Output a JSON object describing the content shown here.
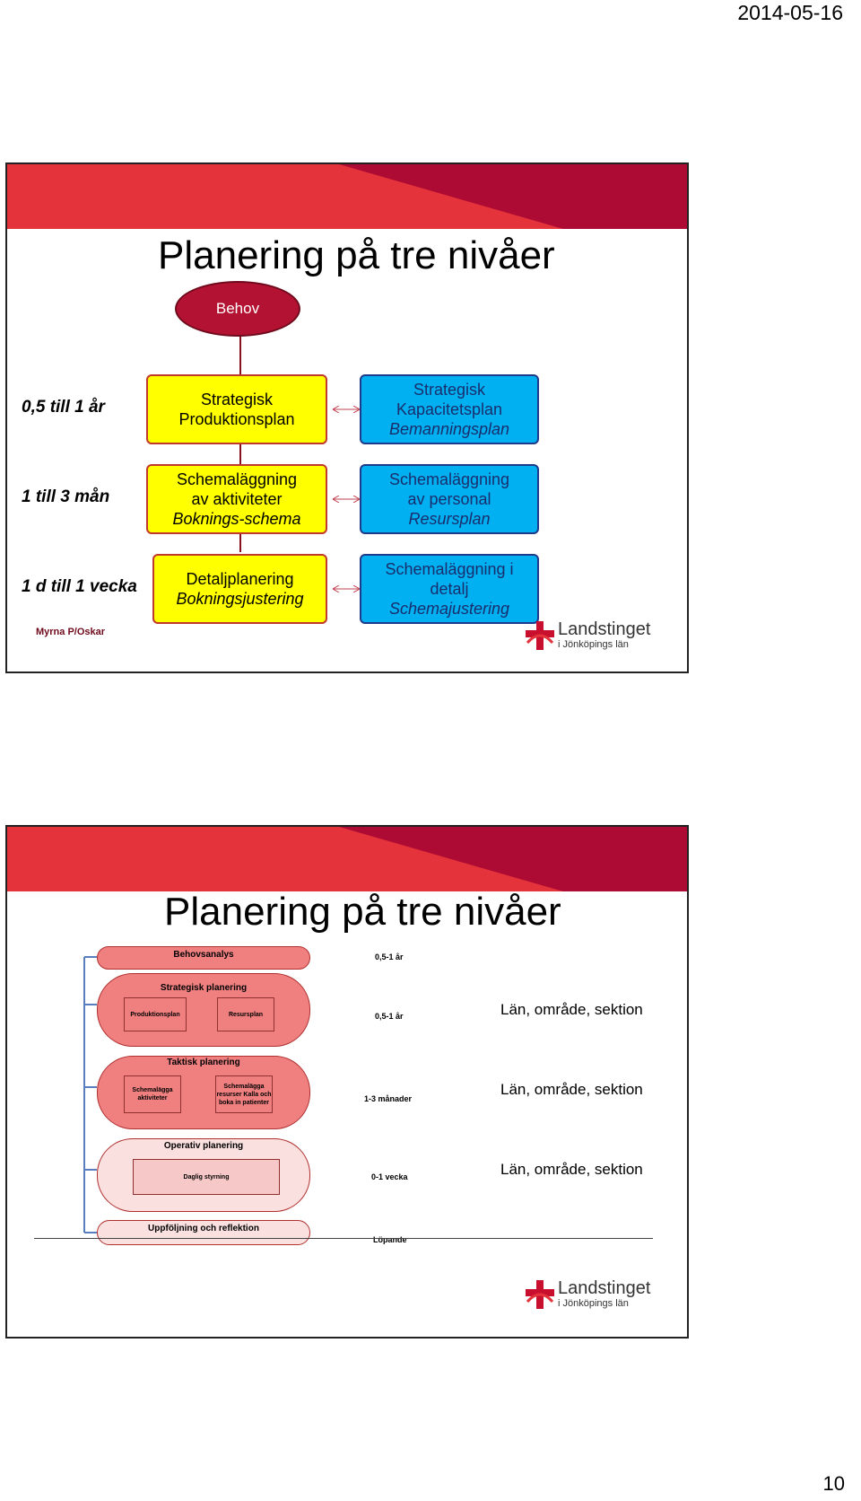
{
  "header": {
    "date": "2014-05-16"
  },
  "slide1": {
    "title": "Planering på tre nivåer",
    "behov": "Behov",
    "levels": [
      "0,5 till 1 år",
      "1 till 3 mån",
      "1 d till 1 vecka"
    ],
    "yellow": [
      {
        "l1": "Strategisk",
        "l2": "Produktionsplan",
        "l3": ""
      },
      {
        "l1": "Schemaläggning",
        "l2": "av aktiviteter",
        "l3": "Boknings-schema"
      },
      {
        "l1": "Detaljplanering",
        "l2": "",
        "l3": "Bokningsjustering"
      }
    ],
    "blue": [
      {
        "l1": "Strategisk",
        "l2": "Kapacitetsplan",
        "l3": "Bemanningsplan"
      },
      {
        "l1": "Schemaläggning",
        "l2": "av personal",
        "l3": "Resursplan"
      },
      {
        "l1": "Schemaläggning i",
        "l2": "detalj",
        "l3": "Schemajustering"
      }
    ],
    "author": "Myrna P/Oskar",
    "logo": {
      "name": "Landstinget",
      "sub": "i Jönköpings län"
    }
  },
  "slide2": {
    "title": "Planering på tre nivåer",
    "behovsanalys": "Behovsanalys",
    "strategisk": "Strategisk planering",
    "produktionsplan": "Produktionsplan",
    "resursplan": "Resursplan",
    "taktisk": "Taktisk planering",
    "schemalagga_aktiviteter": "Schemalägga aktiviteter",
    "schemalagga_resurser": "Schemalägga resurser Kalla och boka in patienter",
    "operativ": "Operativ planering",
    "daglig": "Daglig styrning",
    "uppfoljning": "Uppföljning och reflektion",
    "times": [
      "0,5-1 år",
      "0,5-1 år",
      "1-3 månader",
      "0-1 vecka",
      "Löpande"
    ],
    "areas": [
      "Län, område, sektion",
      "Län, område, sektion",
      "Län, område, sektion"
    ],
    "logo": {
      "name": "Landstinget",
      "sub": "i Jönköpings län"
    }
  },
  "footer": {
    "page": "10"
  },
  "colors": {
    "banner_light": "#e5333c",
    "banner_dark": "#ad0b33",
    "yellow": "#ffff00",
    "blue": "#00b0f0"
  }
}
